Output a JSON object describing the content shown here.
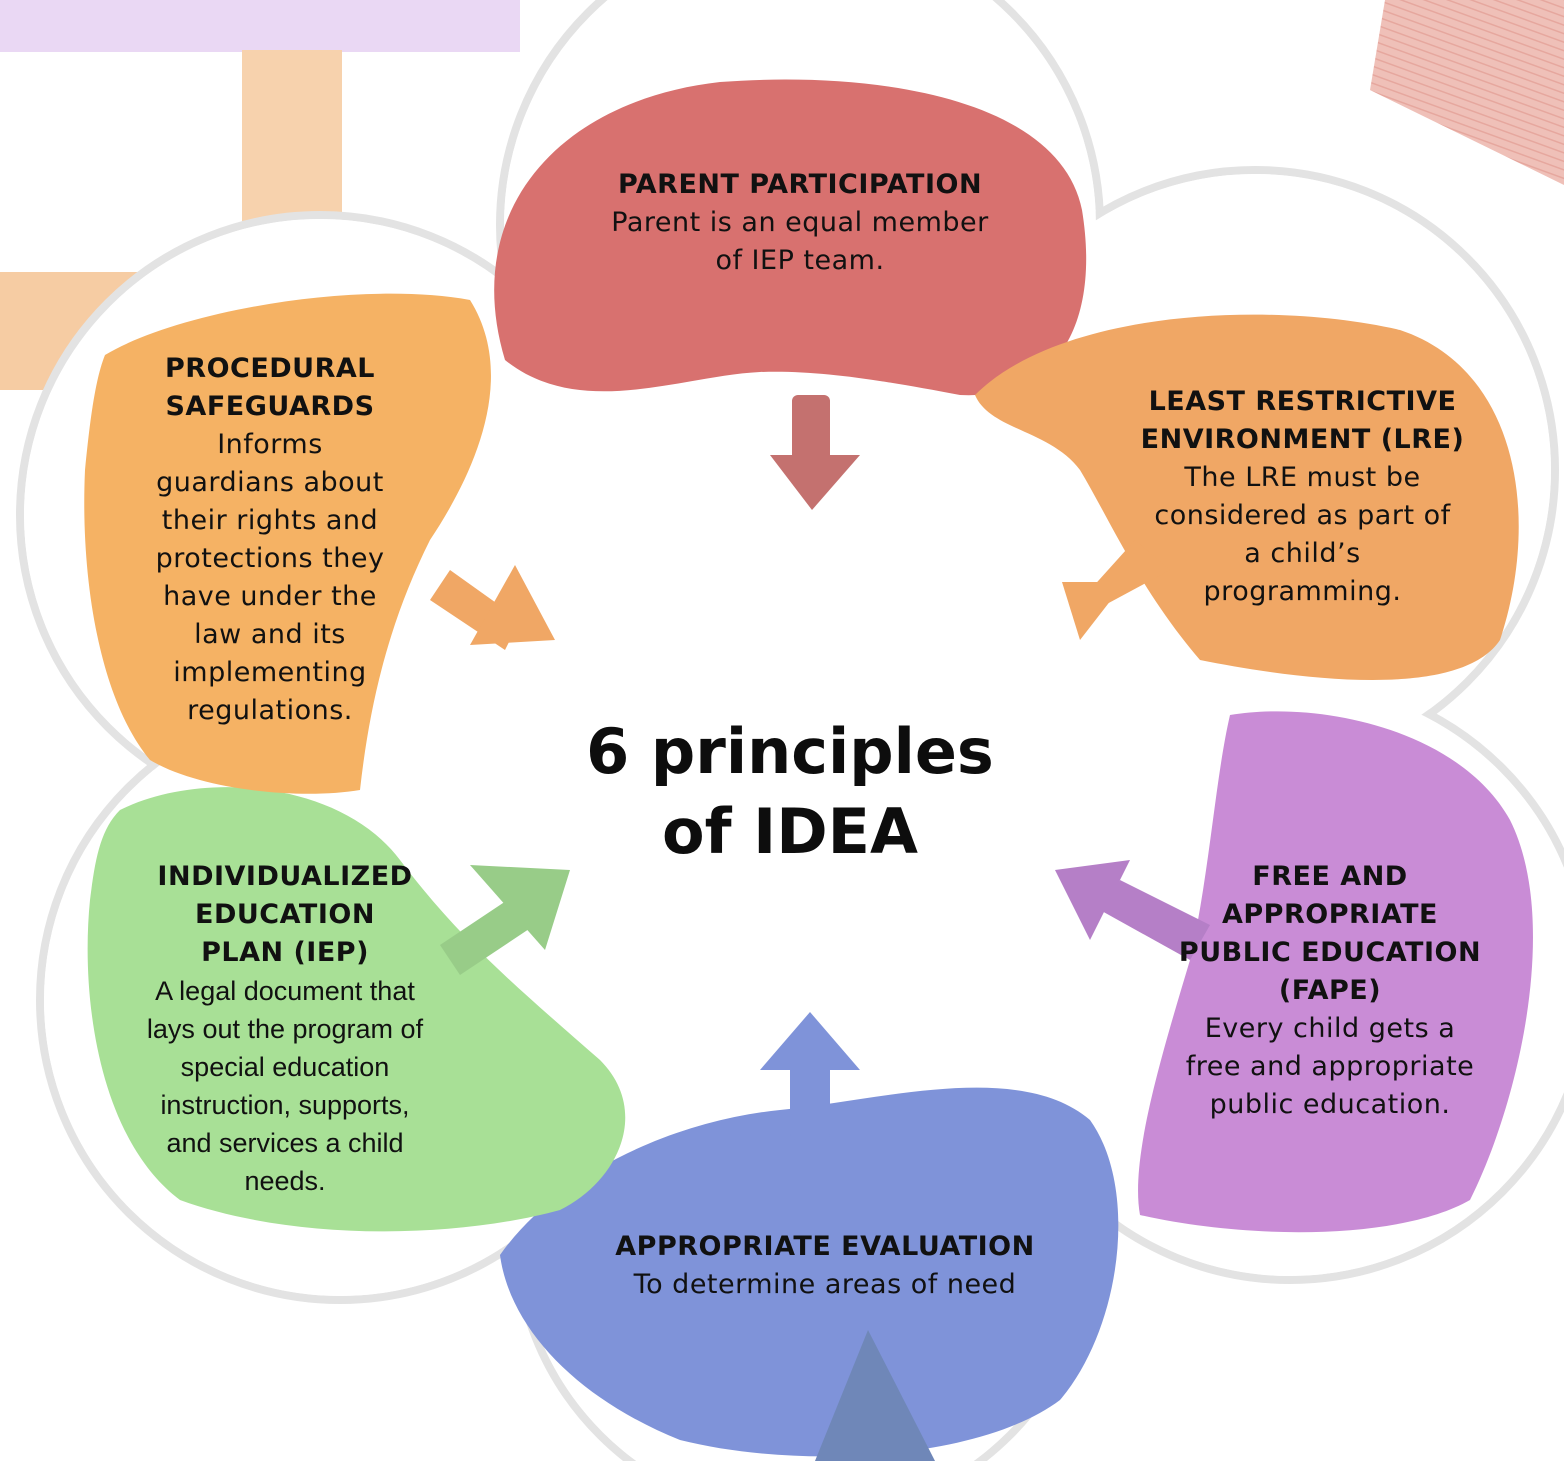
{
  "center": {
    "line1": "6 principles",
    "line2": "of IDEA"
  },
  "petals": [
    {
      "id": "parent-participation",
      "color": "#d8716f",
      "title": [
        "PARENT PARTICIPATION"
      ],
      "desc": [
        "Parent is an equal member",
        "of IEP team."
      ]
    },
    {
      "id": "least-restrictive-environment",
      "color": "#f0a765",
      "title": [
        "LEAST RESTRICTIVE",
        "ENVIRONMENT (LRE)"
      ],
      "desc": [
        "The LRE must be",
        "considered as part of",
        "a child’s",
        "programming."
      ]
    },
    {
      "id": "fape",
      "color": "#c98cd6",
      "title": [
        "FREE AND",
        "APPROPRIATE",
        "PUBLIC EDUCATION",
        "(FAPE)"
      ],
      "desc": [
        "Every child gets a",
        "free and appropriate",
        "public education."
      ]
    },
    {
      "id": "appropriate-evaluation",
      "color": "#7f93d9",
      "title": [
        "APPROPRIATE EVALUATION"
      ],
      "desc": [
        "To determine areas of need"
      ]
    },
    {
      "id": "iep",
      "color": "#a8e096",
      "title": [
        "INDIVIDUALIZED",
        "EDUCATION",
        "PLAN (IEP)"
      ],
      "desc": [
        "A legal document that",
        "lays out the program of",
        "special education",
        "instruction, supports,",
        "and services a child",
        "needs."
      ]
    },
    {
      "id": "procedural-safeguards",
      "color": "#f5b264",
      "title": [
        "PROCEDURAL",
        "SAFEGUARDS"
      ],
      "desc": [
        "Informs",
        "guardians about",
        "their rights and",
        "protections they",
        "have under the",
        "law and its",
        "implementing",
        "regulations."
      ]
    }
  ]
}
